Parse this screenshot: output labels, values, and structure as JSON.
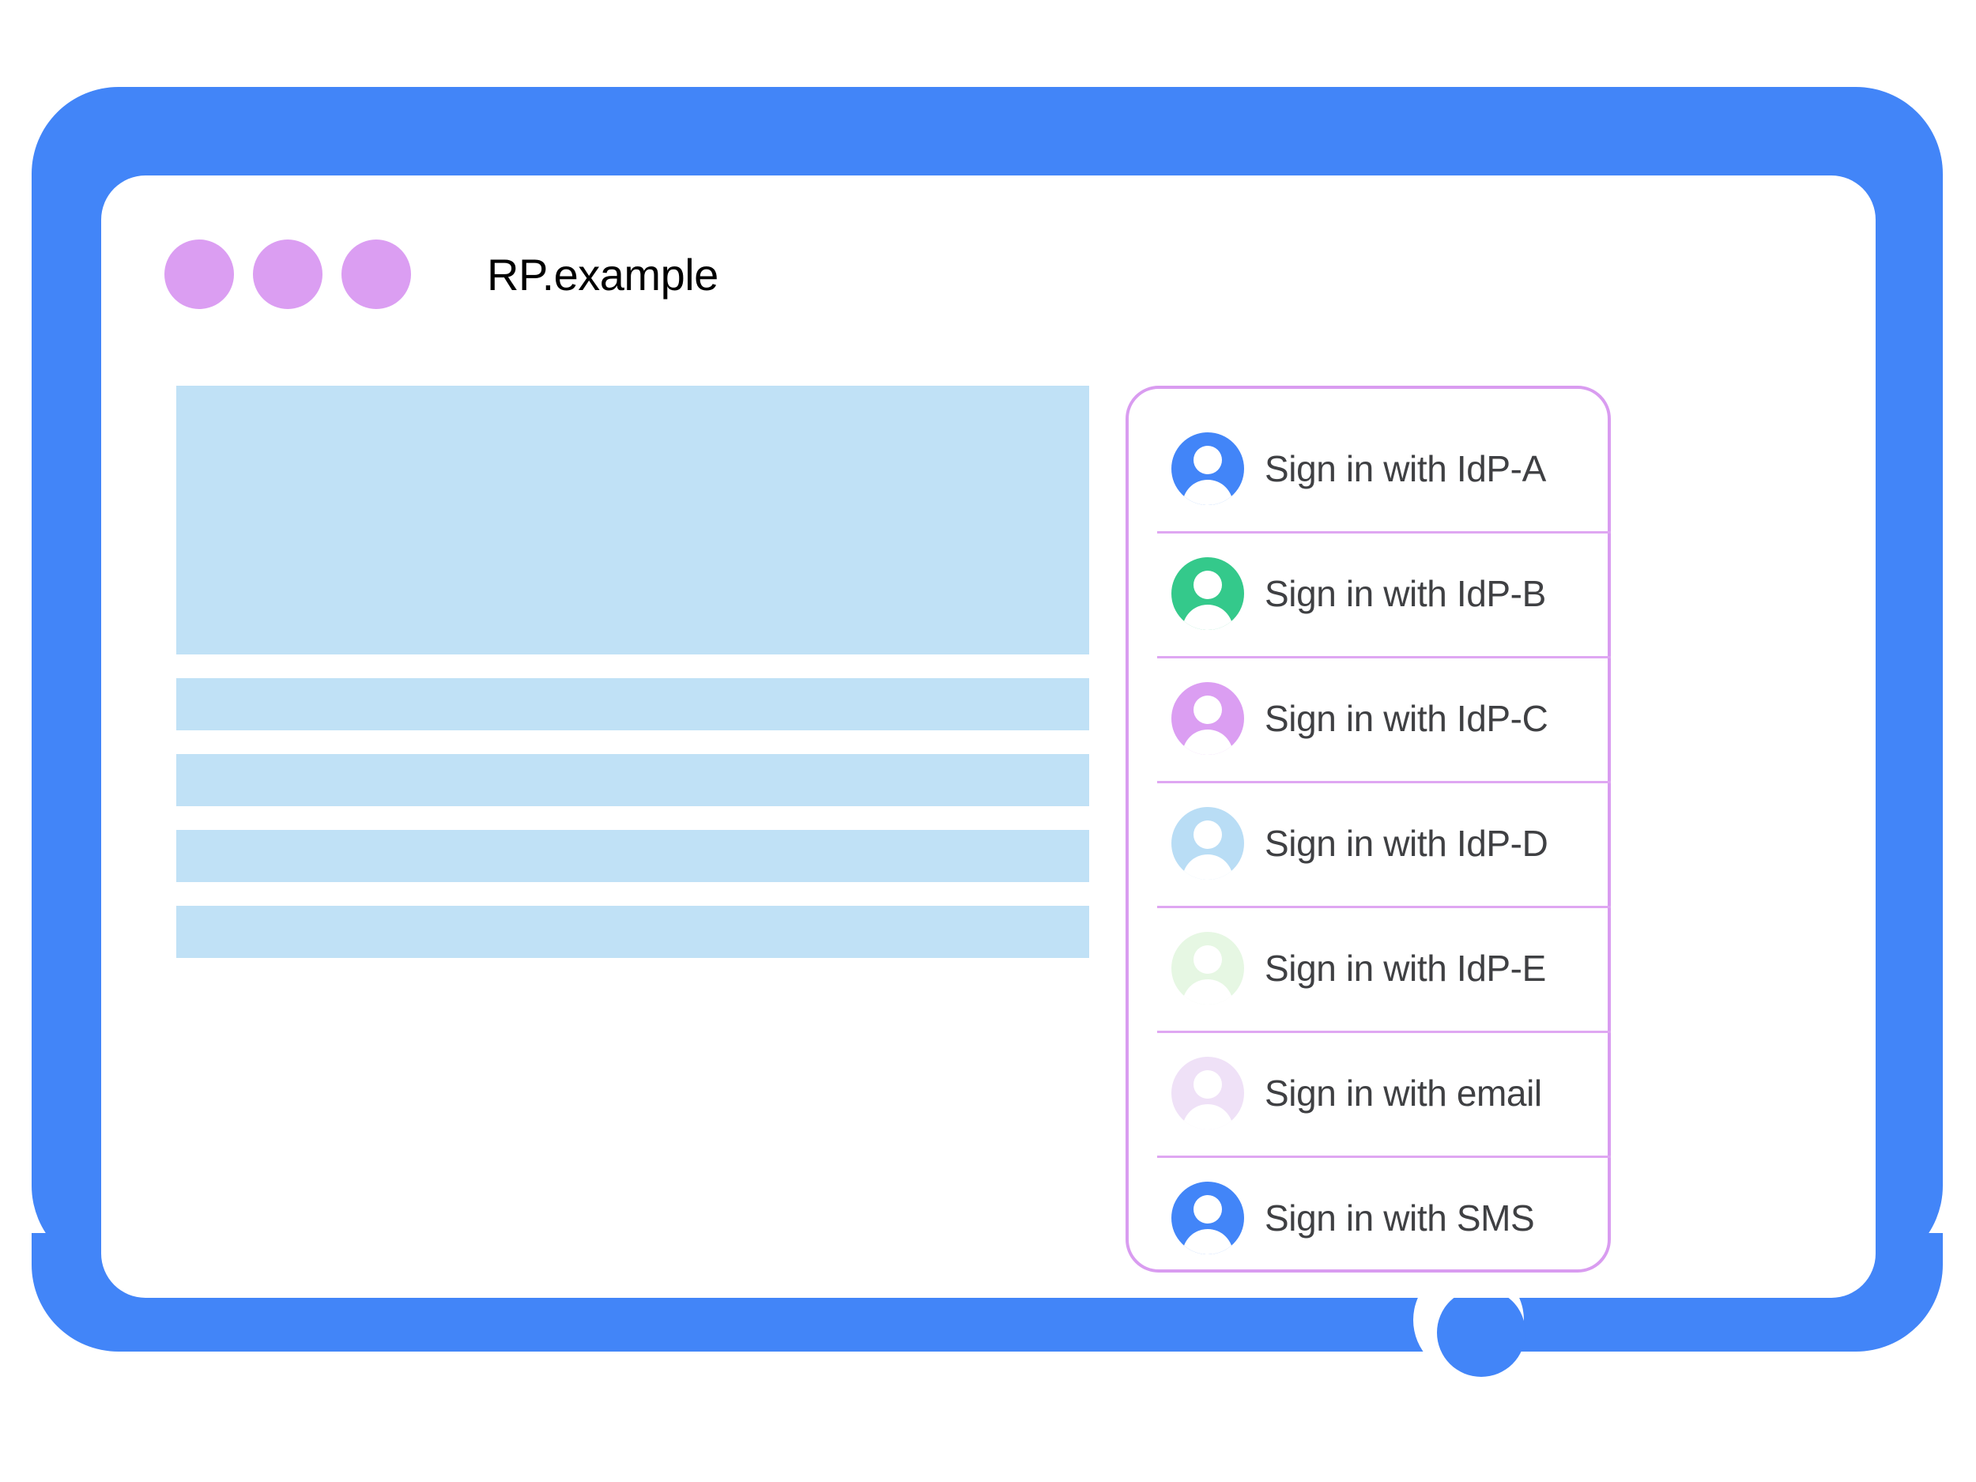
{
  "window": {
    "title": "RP.example",
    "dots": [
      "window-dot-1",
      "window-dot-2",
      "window-dot-3"
    ],
    "dot_color": "#DB9EF2",
    "frame_color": "#4285F8",
    "screen_background": "#FFFFFF"
  },
  "content": {
    "placeholder_color": "#C0E1F6",
    "blocks": [
      {
        "name": "hero-placeholder",
        "kind": "hero"
      },
      {
        "name": "text-placeholder-1",
        "kind": "line"
      },
      {
        "name": "text-placeholder-2",
        "kind": "line"
      },
      {
        "name": "text-placeholder-3",
        "kind": "line"
      },
      {
        "name": "text-placeholder-4",
        "kind": "line"
      }
    ]
  },
  "signin_card": {
    "border_color": "#D99CF0",
    "divider_color": "#DFA7F2",
    "label_color": "#3F4043",
    "options": [
      {
        "label": "Sign in with IdP-A",
        "icon": "person-avatar-icon",
        "color": "#4285F8"
      },
      {
        "label": "Sign in with IdP-B",
        "icon": "person-avatar-icon",
        "color": "#34C98B"
      },
      {
        "label": "Sign in with IdP-C",
        "icon": "person-avatar-icon",
        "color": "#DB9EF2"
      },
      {
        "label": "Sign in with IdP-D",
        "icon": "person-avatar-icon",
        "color": "#B9DDF5"
      },
      {
        "label": "Sign in with IdP-E",
        "icon": "person-avatar-icon",
        "color": "#E6F7E3"
      },
      {
        "label": "Sign in with email",
        "icon": "person-avatar-icon",
        "color": "#EFE1F7"
      },
      {
        "label": "Sign in with SMS",
        "icon": "person-avatar-icon",
        "color": "#4285F8"
      }
    ]
  },
  "device": {
    "home_button": "home-button"
  }
}
